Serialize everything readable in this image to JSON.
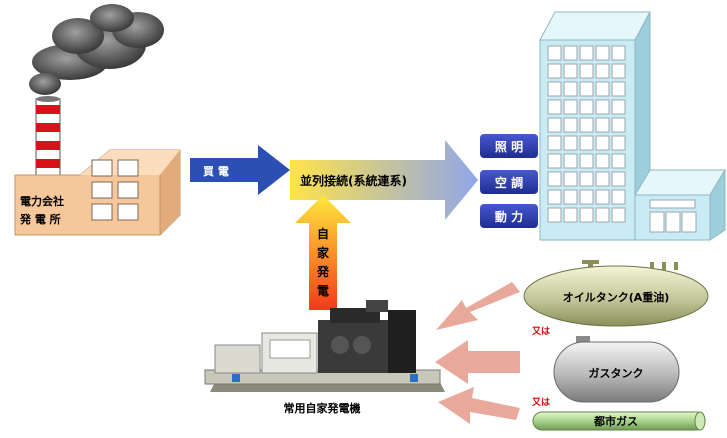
{
  "power_company": {
    "line1": "電力会社",
    "line2": "発 電 所"
  },
  "purchase_label": "買 電",
  "parallel_label": "並列接続(系統連系)",
  "self_gen_label": [
    "自",
    "家",
    "発",
    "電"
  ],
  "loads": [
    "照 明",
    "空 調",
    "動 力"
  ],
  "generator_label": "常用自家発電機",
  "fuel_sources": {
    "oil_tank": "オイルタンク(A重油)",
    "or_1": "又は",
    "gas_tank": "ガスタンク",
    "or_2": "又は",
    "city_gas": "都市ガス"
  },
  "colors": {
    "factory": "#f6c79a",
    "building": "#c9ecf4",
    "load_box": "#2f3fb0",
    "arrow_blue": "#2c4fb3",
    "arrow_pink": "#e8a89a",
    "or_text": "#e00000"
  }
}
